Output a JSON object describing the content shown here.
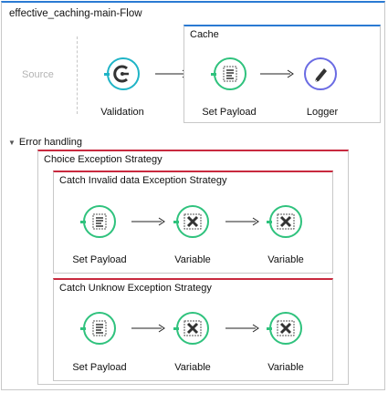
{
  "flow": {
    "title": "effective_caching-main-Flow"
  },
  "source": {
    "label": "Source"
  },
  "main": {
    "validation_label": "Validation",
    "cache_scope_title": "Cache",
    "set_payload_label": "Set Payload",
    "logger_label": "Logger"
  },
  "error_handling": {
    "toggle_label": "Error handling",
    "choice_title": "Choice Exception Strategy",
    "catch1": {
      "title": "Catch Invalid data Exception Strategy",
      "labels": [
        "Set Payload",
        "Variable",
        "Variable"
      ]
    },
    "catch2": {
      "title": "Catch Unknow Exception Strategy",
      "labels": [
        "Set Payload",
        "Variable",
        "Variable"
      ]
    }
  },
  "colors": {
    "flow_accent": "#2a7ad3",
    "strategy_accent": "#c8293e",
    "processor_green": "#2fc27d",
    "logger_purple": "#6a6be3",
    "validation_teal": "#1fb4c6"
  },
  "icons": {
    "validation": "validation-icon",
    "set_payload": "set-payload-icon",
    "logger": "pencil-icon",
    "variable": "variable-icon"
  }
}
